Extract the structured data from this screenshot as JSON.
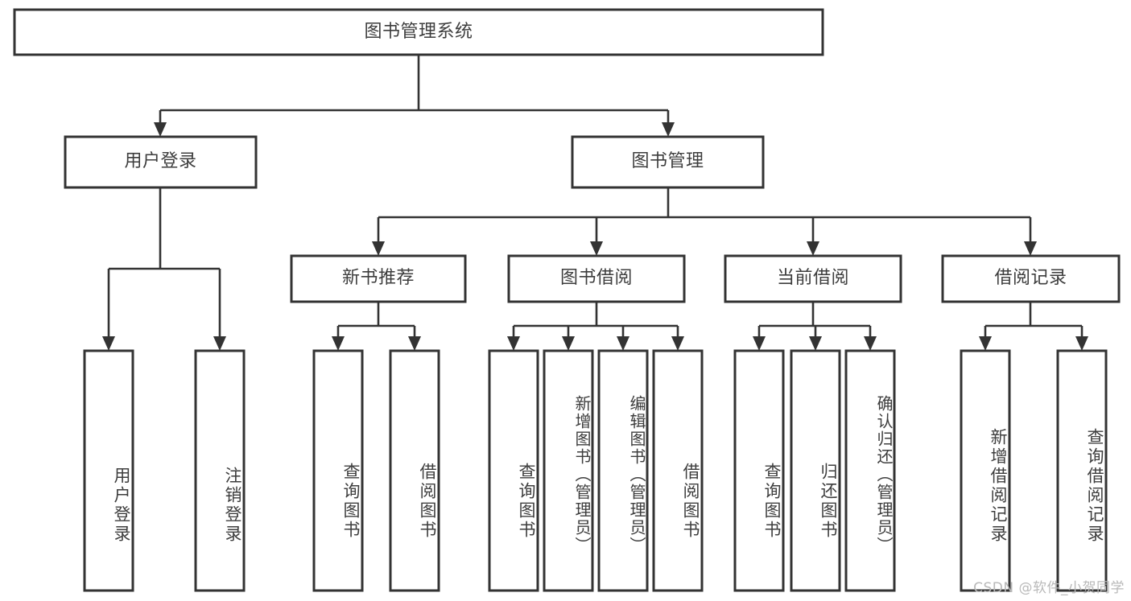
{
  "diagram": {
    "type": "tree",
    "title": "图书管理系统",
    "orientation": "top-down",
    "root": {
      "id": "root",
      "label": "图书管理系统"
    },
    "level1": [
      {
        "id": "user-login",
        "label": "用户登录"
      },
      {
        "id": "book-management",
        "label": "图书管理"
      }
    ],
    "level2": [
      {
        "id": "new-book-recommend",
        "label": "新书推荐",
        "parent": "book-management"
      },
      {
        "id": "book-borrow",
        "label": "图书借阅",
        "parent": "book-management"
      },
      {
        "id": "current-borrow",
        "label": "当前借阅",
        "parent": "book-management"
      },
      {
        "id": "borrow-record",
        "label": "借阅记录",
        "parent": "book-management"
      }
    ],
    "leaves": [
      {
        "id": "leaf-user-login",
        "label": "用户登录",
        "parent": "user-login"
      },
      {
        "id": "leaf-logout-login",
        "label": "注销登录",
        "parent": "user-login"
      },
      {
        "id": "leaf-query-book-1",
        "label": "查询图书",
        "parent": "new-book-recommend"
      },
      {
        "id": "leaf-borrow-book-1",
        "label": "借阅图书",
        "parent": "new-book-recommend"
      },
      {
        "id": "leaf-query-book-2",
        "label": "查询图书",
        "parent": "book-borrow"
      },
      {
        "id": "leaf-add-book",
        "label": "新增图书（管理员）",
        "parent": "book-borrow"
      },
      {
        "id": "leaf-edit-book",
        "label": "编辑图书（管理员）",
        "parent": "book-borrow"
      },
      {
        "id": "leaf-borrow-book-2",
        "label": "借阅图书",
        "parent": "book-borrow"
      },
      {
        "id": "leaf-query-book-3",
        "label": "查询图书",
        "parent": "current-borrow"
      },
      {
        "id": "leaf-return-book",
        "label": "归还图书",
        "parent": "current-borrow"
      },
      {
        "id": "leaf-confirm-return",
        "label": "确认归还（管理员）",
        "parent": "current-borrow"
      },
      {
        "id": "leaf-add-record",
        "label": "新增借阅记录",
        "parent": "borrow-record"
      },
      {
        "id": "leaf-query-record",
        "label": "查询借阅记录",
        "parent": "borrow-record"
      }
    ]
  },
  "watermark": {
    "text": "CSDN @软件_小贺同学"
  },
  "colors": {
    "stroke": "#333333",
    "fill": "#ffffff",
    "text": "#3d3d3d",
    "watermark": "#b9b9b9"
  }
}
